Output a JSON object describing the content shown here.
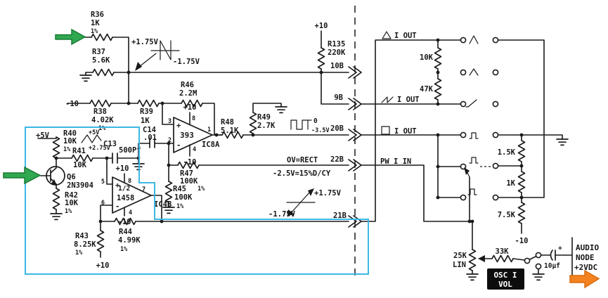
{
  "colors": {
    "ink": "#1a1a1a",
    "paper": "#ffffff",
    "highlight_blue": "#3db7e4",
    "annotation_green": "#2fa84f",
    "annotation_orange": "#f58220"
  },
  "parts": {
    "r36": [
      "R36",
      "1K",
      "1%"
    ],
    "r37": [
      "R37",
      "5.6K"
    ],
    "r38": [
      "R38",
      "4.02K",
      "1%"
    ],
    "r39": [
      "R39",
      "1K"
    ],
    "c14": [
      "C14",
      ".01"
    ],
    "r40": [
      "R40",
      "10K",
      "1%"
    ],
    "r41": [
      "R41",
      "10K"
    ],
    "c13": [
      "C13",
      "500Pf"
    ],
    "q6": [
      "Q6",
      "2N3904"
    ],
    "r42": [
      "R42",
      "10K",
      "1%"
    ],
    "r43": [
      "R43",
      "8.25K",
      "1%"
    ],
    "r44": [
      "R44",
      "4.99K",
      "1%"
    ],
    "r45": [
      "R45",
      "100K",
      "1%"
    ],
    "r46": [
      "R46",
      "2.2M"
    ],
    "r47": [
      "R47",
      "100K",
      "1%"
    ],
    "r48": [
      "R48",
      "5.1K"
    ],
    "r49": [
      "R49",
      "2.7K"
    ],
    "r135": [
      "R135",
      "220K"
    ],
    "div_upper": "10K",
    "div_lower": "47K",
    "ladder_1": "1.5K",
    "ladder_2": "1K",
    "ladder_3": "7.5K",
    "pot": [
      "25K",
      "LIN"
    ],
    "mix": "33K",
    "cap_out": "10µf"
  },
  "ic8a": {
    "part": "393",
    "name": "IC8A",
    "plus": "+",
    "minus": "-",
    "pin_pos": "3",
    "pin_neg": "2",
    "pin_top": "8",
    "pin_bot": "4",
    "pin_out": "1"
  },
  "ic4b": {
    "half": "1/2",
    "part": "1458",
    "name": "IC4B",
    "plus": "+",
    "minus": "-",
    "pin_pos": "5",
    "pin_neg": "6",
    "pin_top": "8",
    "pin_bot": "4",
    "pin_out": "7"
  },
  "power": {
    "p10": "+10",
    "n10": "-10",
    "p5": "+5V"
  },
  "connectors": {
    "b10": "10B",
    "b9": "9B",
    "b20": "20B",
    "b22": "22B",
    "b21": "21B"
  },
  "outputs": {
    "tri": "I OUT",
    "saw": "I OUT",
    "sq": "I OUT",
    "pw": "PW I IN"
  },
  "ann": {
    "pos175": "+1.75V",
    "neg175": "-1.75V",
    "ramp_pos": "+1.75V",
    "ramp_neg": "-1.75V",
    "p5small": "+5V",
    "pos275": "+2.75V",
    "zero": "0",
    "neg35": "-3.5V",
    "rect": "OV=RECT",
    "duty": "-2.5V=15%D/CY"
  },
  "audio": {
    "line1": "AUDIO",
    "line2": "NODE",
    "line3": "+2VDC",
    "cap_plus": "+"
  },
  "osc_vol": {
    "line1": "OSC I",
    "line2": "VOL"
  }
}
